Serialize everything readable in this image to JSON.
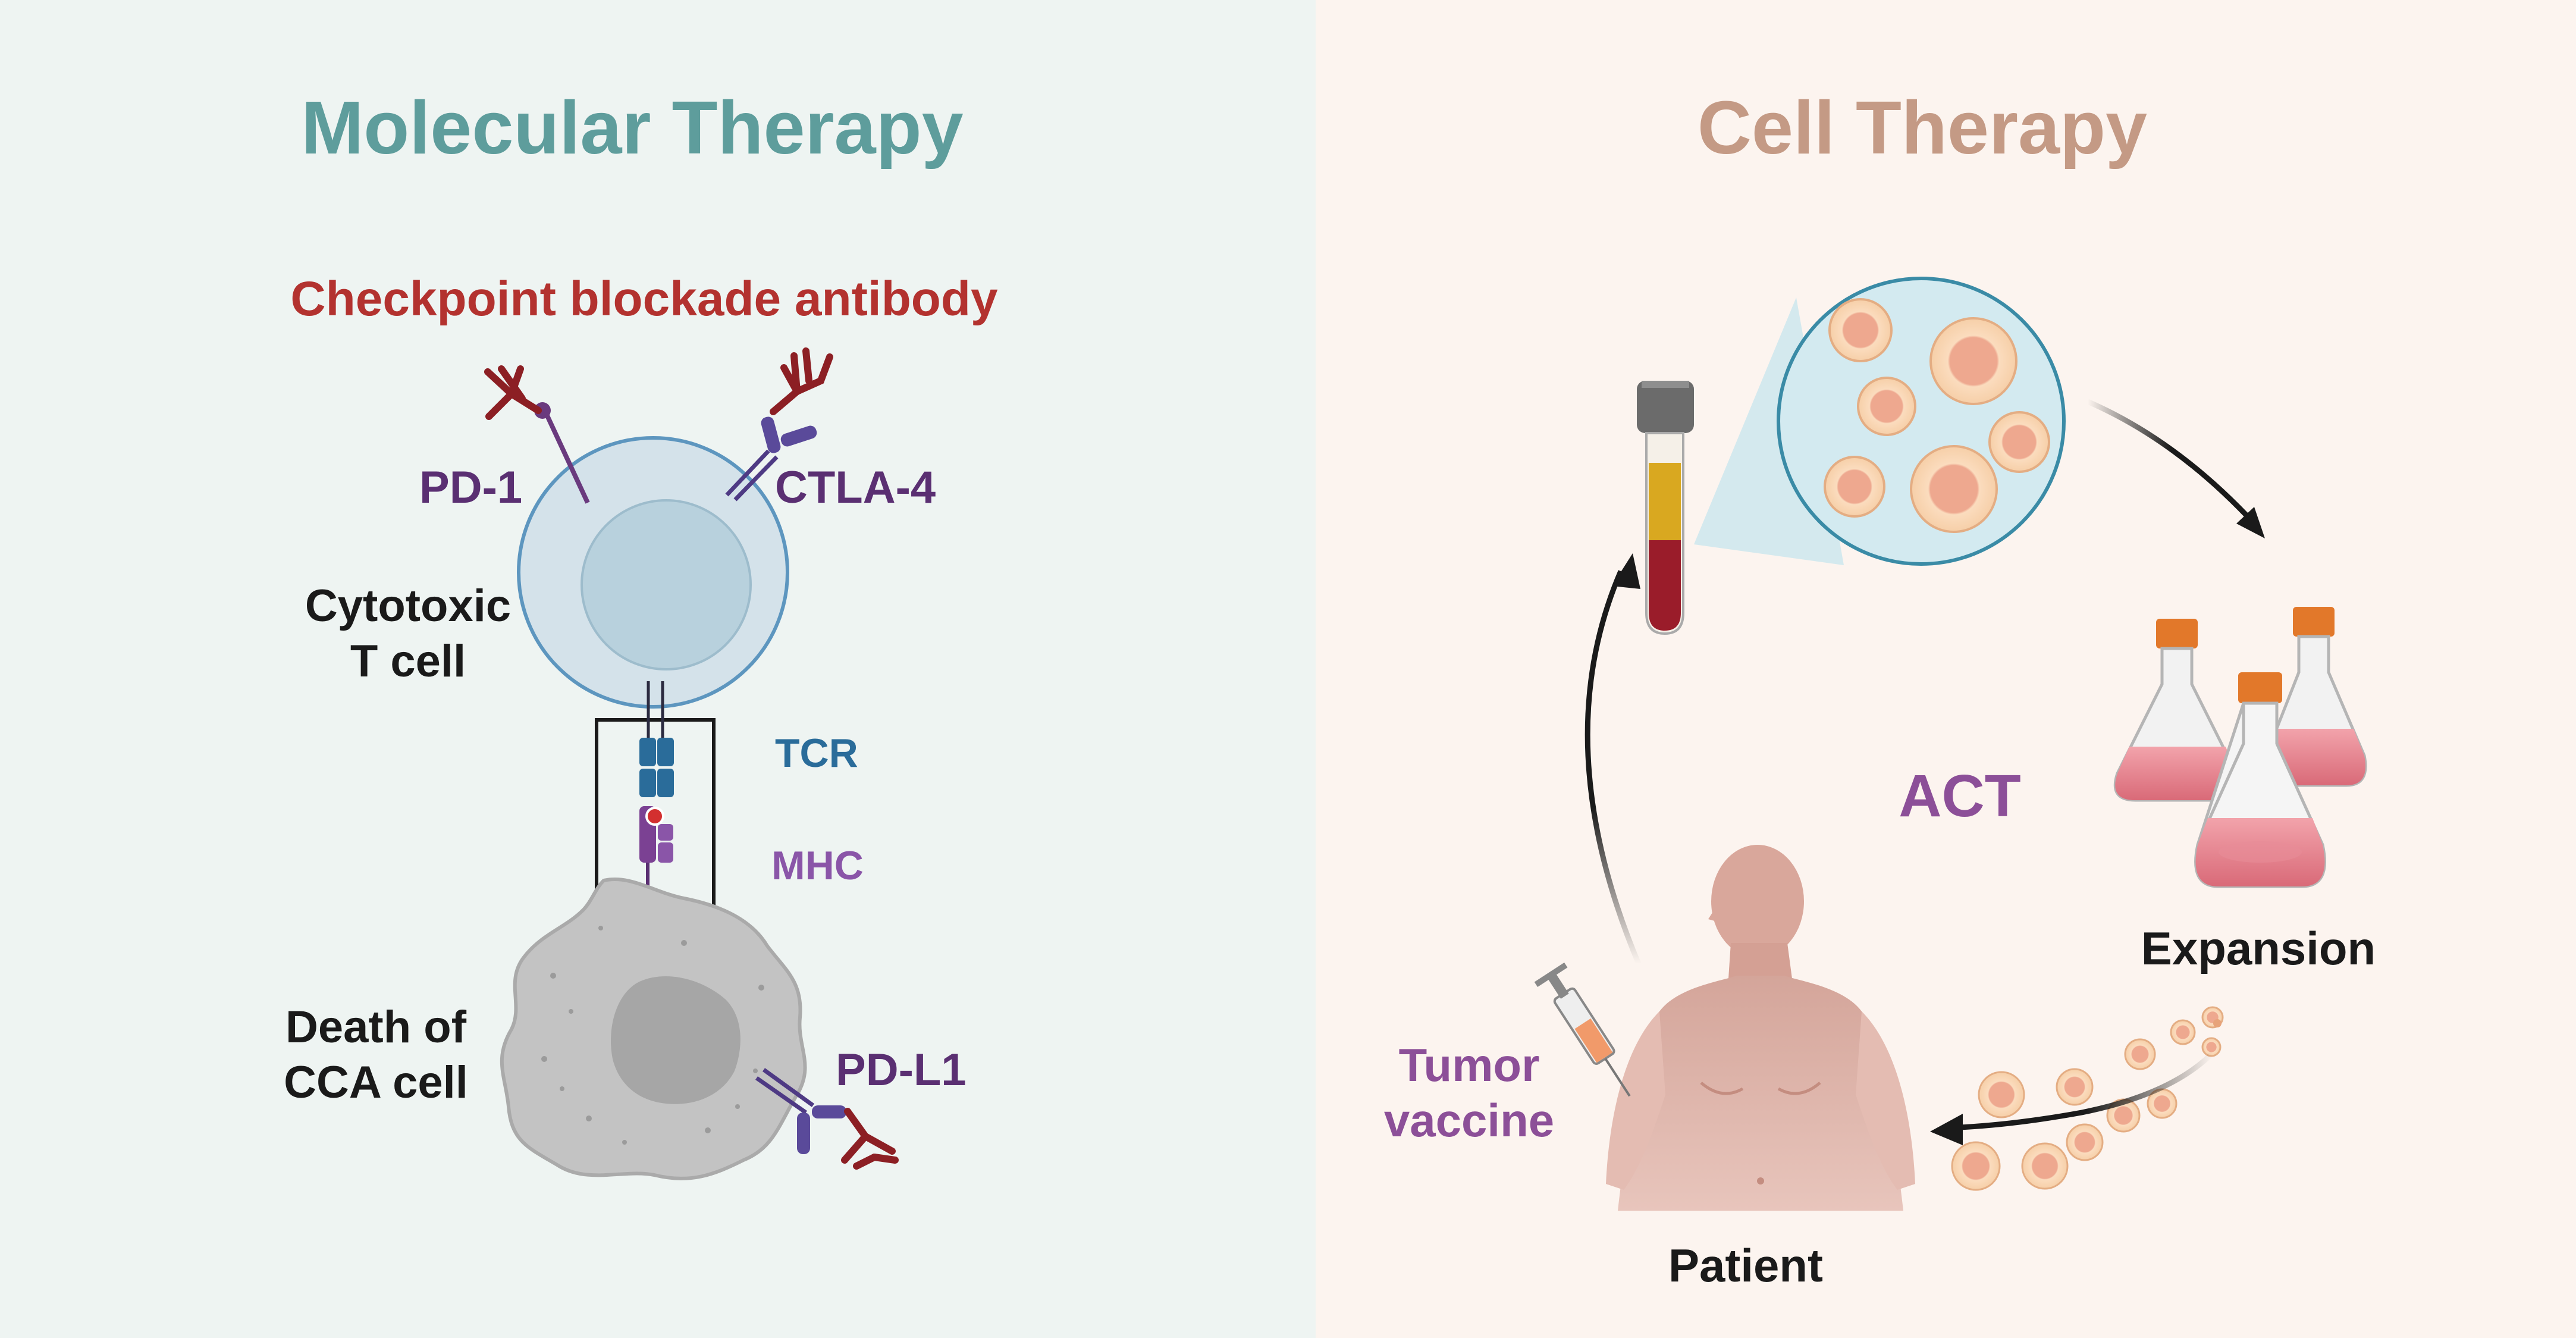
{
  "left": {
    "title": "Molecular Therapy",
    "antibody_label": "Checkpoint blockade antibody",
    "pd1": "PD-1",
    "ctla4": "CTLA-4",
    "tcell_line1": "Cytotoxic",
    "tcell_line2": "T cell",
    "tcr": "TCR",
    "mhc": "MHC",
    "death_line1": "Death of",
    "death_line2": "CCA cell",
    "pdl1": "PD-L1"
  },
  "right": {
    "title": "Cell Therapy",
    "act": "ACT",
    "expansion": "Expansion",
    "patient": "Patient",
    "vaccine_line1": "Tumor",
    "vaccine_line2": "vaccine"
  },
  "colors": {
    "left_bg": "#eef4f2",
    "right_bg": "#fcf4ef",
    "left_title": "#5e9d9c",
    "right_title": "#c49a85",
    "antibody_red": "#b3322f",
    "purple_label": "#5a2f72",
    "tcr_blue": "#2a6c9a",
    "mhc_purple": "#8a55a8",
    "act_purple": "#8c4f98"
  }
}
